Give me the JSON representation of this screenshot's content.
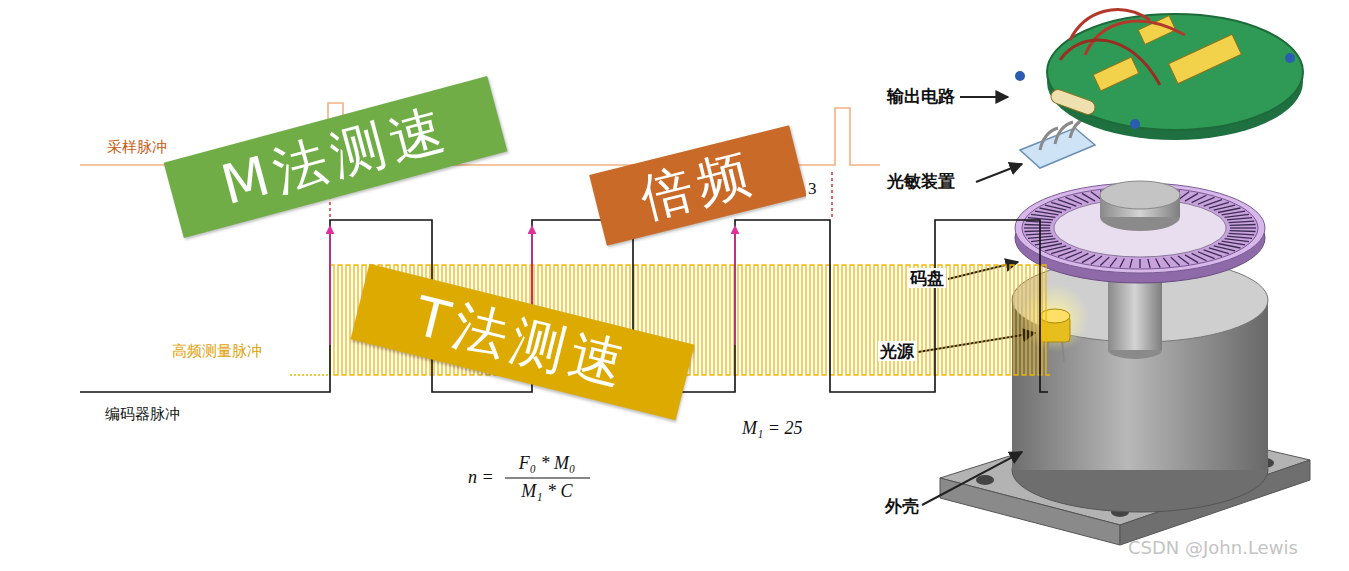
{
  "diagram": {
    "nodes": [
      {
        "text": [
          "M法测速"
        ]
      },
      {
        "text": [
          "倍频"
        ]
      },
      {
        "text": [
          "T法测速"
        ]
      }
    ],
    "labels": [
      "采样脉冲",
      "3",
      "高频测量脉冲",
      "编码器脉冲",
      "M₁ = 25",
      "n =",
      "F₀ * M₀",
      "M₁ * C",
      "输出电路",
      "光敏装置",
      "码盘",
      "光源",
      "外壳",
      "CSDN @John.Lewis"
    ]
  }
}
